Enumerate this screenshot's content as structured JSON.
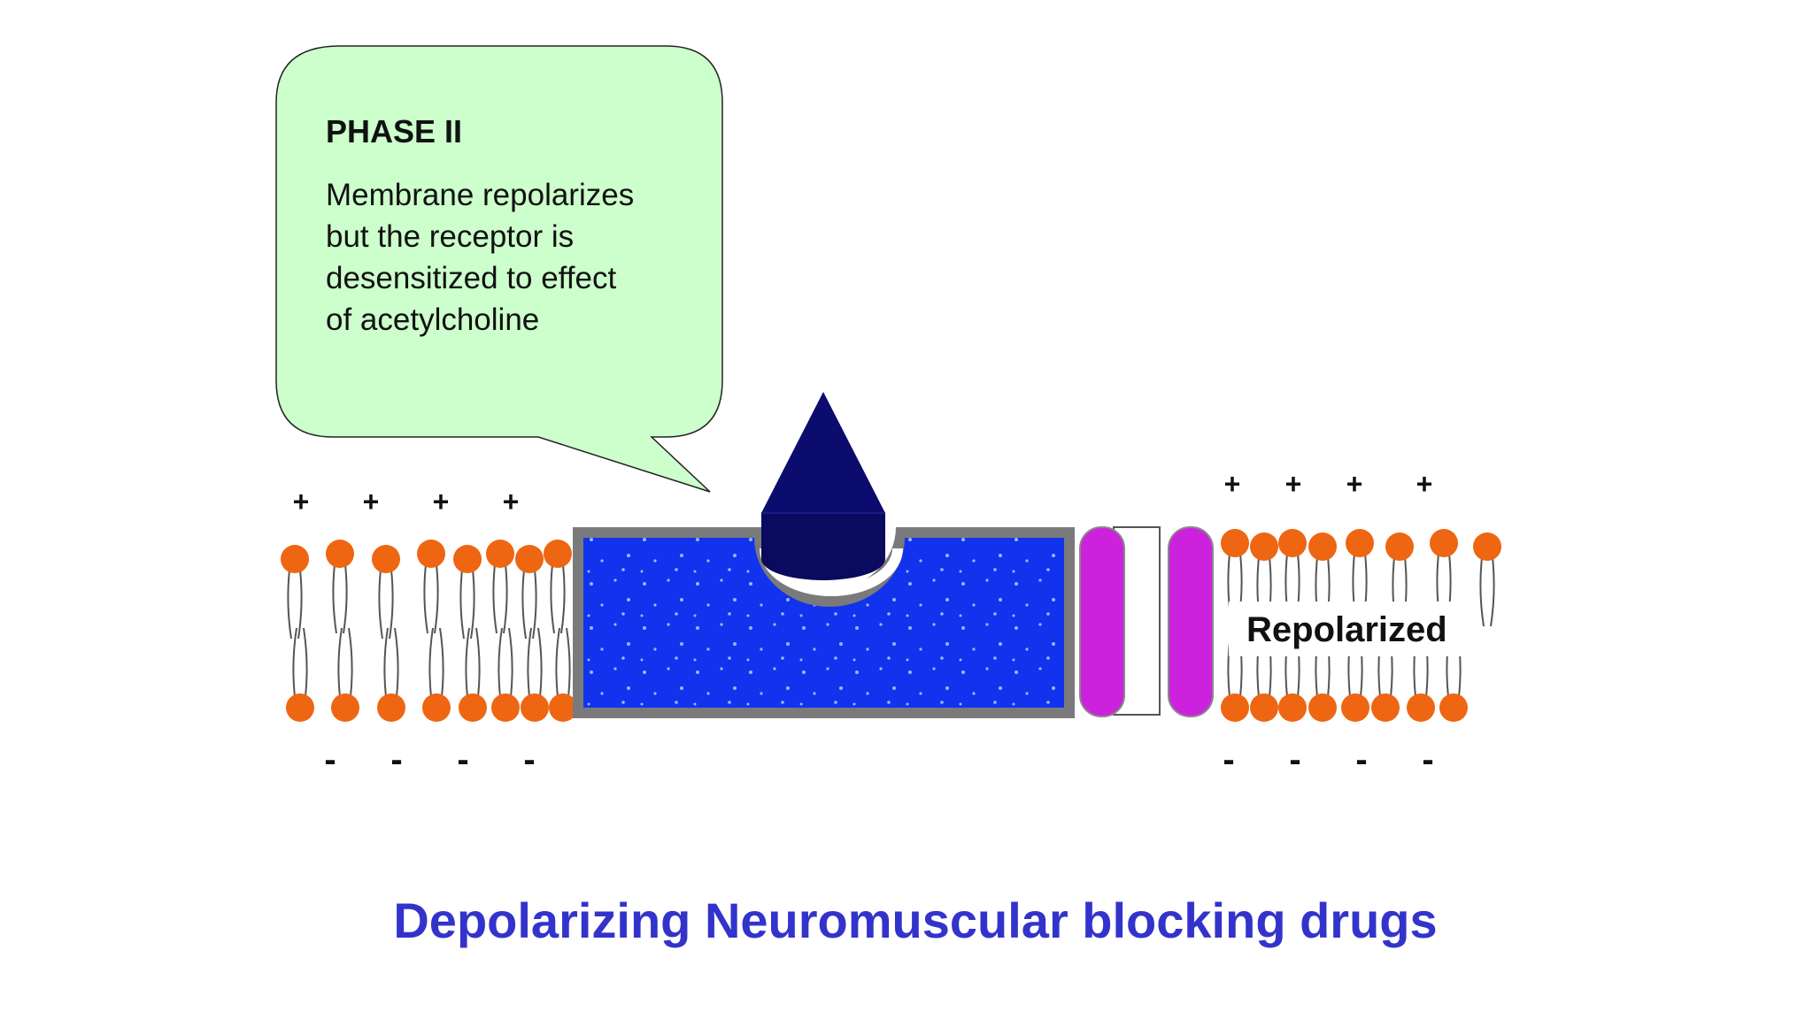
{
  "callout": {
    "heading": "PHASE II",
    "lines": [
      "Membrane repolarizes",
      "but the receptor is",
      "desensitized to effect",
      "of acetylcholine"
    ]
  },
  "membrane": {
    "left_top_charges": [
      "+",
      "+",
      "+",
      "+"
    ],
    "left_bottom_charges": [
      "-",
      "-",
      "-",
      "-"
    ],
    "right_top_charges": [
      "+",
      "+",
      "+",
      "+"
    ],
    "right_bottom_charges": [
      "-",
      "-",
      "-",
      "-"
    ],
    "state_label": "Repolarized"
  },
  "title": "Depolarizing Neuromuscular blocking drugs",
  "colors": {
    "title": "#3333cc",
    "callout_fill": "#ccffcc",
    "receptor_fill": "#1133ee",
    "receptor_border": "#7a7a7a",
    "drug_cone": "#0c0c6e",
    "channel": "#cc22dd",
    "lipid_head": "#ee6611"
  }
}
